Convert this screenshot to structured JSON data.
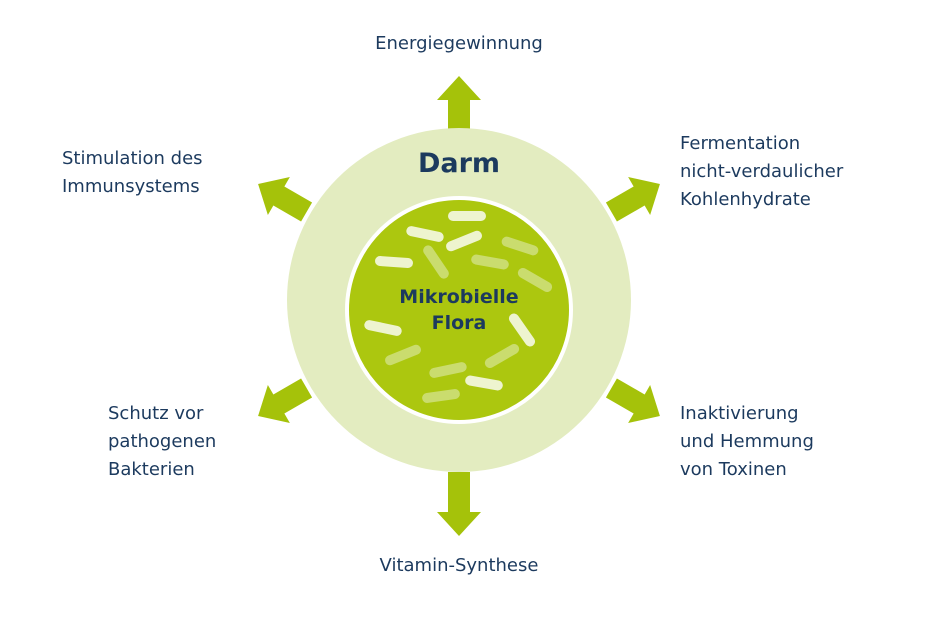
{
  "center": {
    "outer_label": "Darm",
    "inner_label_lines": [
      "Mikrobielle",
      "Flora"
    ]
  },
  "functions": {
    "top": [
      "Energiegewinnung"
    ],
    "top_right": [
      "Fermentation",
      "nicht-verdaulicher",
      "Kohlenhydrate"
    ],
    "bottom_right": [
      "Inaktivierung",
      "und Hemmung",
      "von Toxinen"
    ],
    "bottom": [
      "Vitamin-Synthese"
    ],
    "bottom_left": [
      "Schutz vor",
      "pathogenen",
      "Bakterien"
    ],
    "top_left": [
      "Stimulation des",
      "Immunsystems"
    ]
  },
  "colors": {
    "outer_ring": "#e3ecc0",
    "inner_circle": "#acc70f",
    "arrow": "#a5c20a",
    "text": "#1c3a5e",
    "bacteria_light": "#eef4cf",
    "bacteria_mid": "#cadc6e"
  }
}
